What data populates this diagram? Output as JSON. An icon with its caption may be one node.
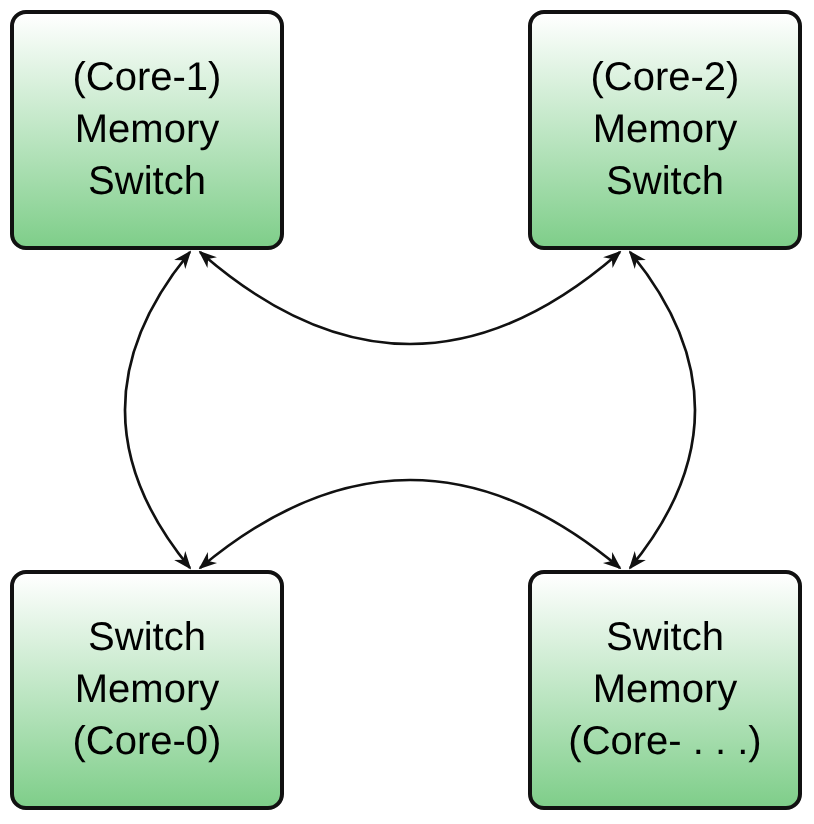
{
  "diagram": {
    "nodes": [
      {
        "text": [
          "(Core-1) Memory Switch"
        ]
      },
      {
        "text": [
          "(Core-2) Memory Switch"
        ]
      },
      {
        "text": [
          "Switch Memory (Core-0)"
        ]
      },
      {
        "text": [
          "Switch Memory (Core- . . .)"
        ]
      }
    ],
    "edges": [
      {
        "from": 0,
        "to": 1,
        "arrow": "both"
      },
      {
        "from": 0,
        "to": 2,
        "arrow": "both"
      },
      {
        "from": 1,
        "to": 3,
        "arrow": "both"
      },
      {
        "from": 2,
        "to": 3,
        "arrow": "both"
      }
    ]
  }
}
